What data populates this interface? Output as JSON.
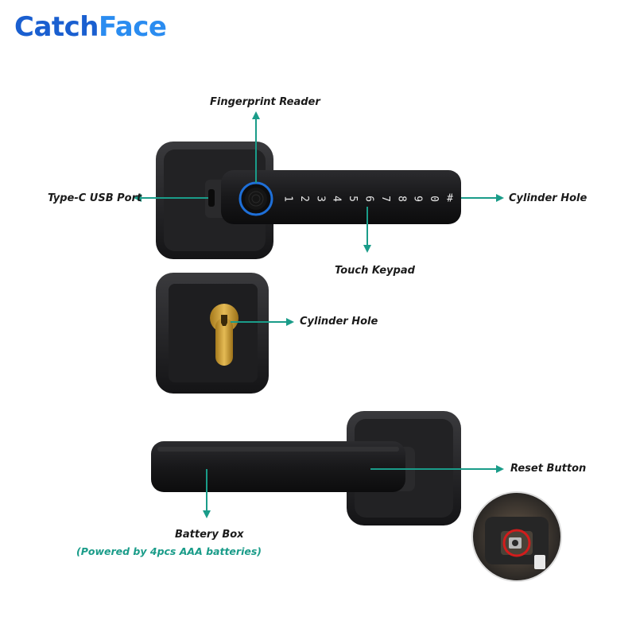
{
  "brand": {
    "part1": "Catch",
    "part2": "Face"
  },
  "labels": {
    "fingerprint_reader": "Fingerprint Reader",
    "type_c_usb_port": "Type-C USB Port",
    "cylinder_hole_top": "Cylinder Hole",
    "touch_keypad": "Touch Keypad",
    "cylinder_hole_middle": "Cylinder Hole",
    "reset_button": "Reset Button",
    "battery_box": "Battery Box",
    "battery_note": "(Powered by 4pcs AAA batteries)"
  },
  "keypad_keys": [
    "1",
    "2",
    "3",
    "4",
    "5",
    "6",
    "7",
    "8",
    "9",
    "0",
    "#"
  ],
  "colors": {
    "arrow": "#1a9c89",
    "brand_dark": "#1a5fd0",
    "brand_light": "#2a8cf0",
    "lock_body": "#1c1c1e",
    "cylinder_gold": "#c99a2e",
    "reset_highlight": "#d21c1c"
  }
}
